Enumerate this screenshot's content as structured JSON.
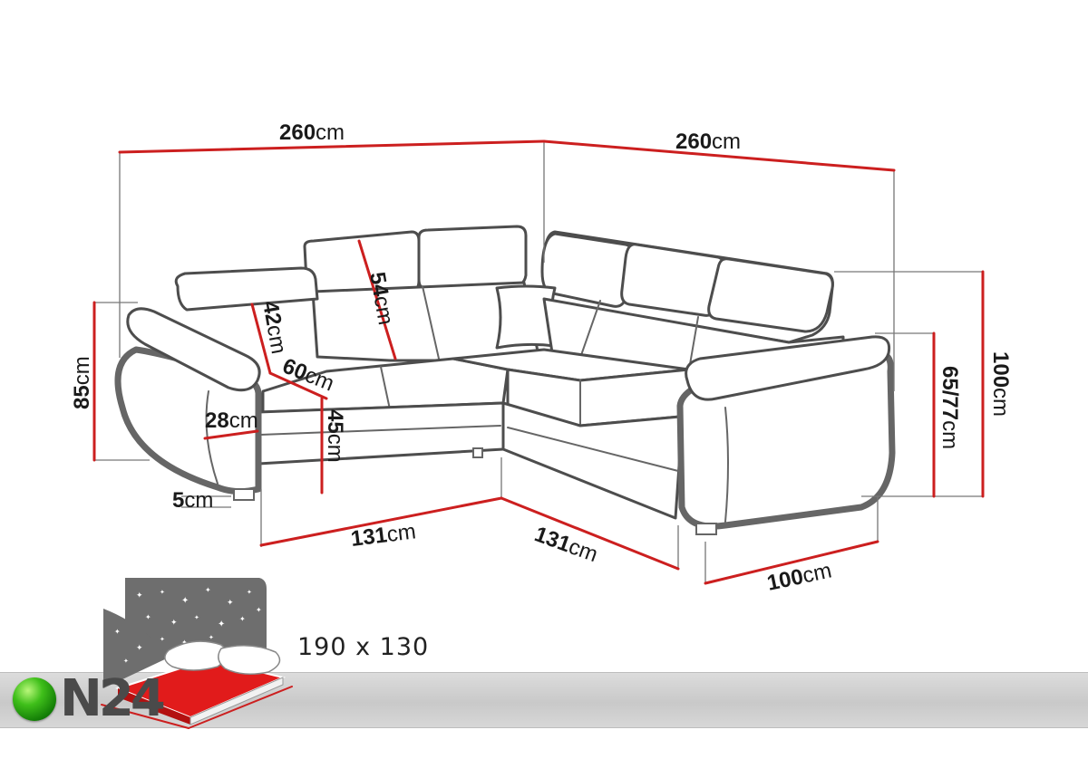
{
  "diagram": {
    "unit": "cm",
    "dimensions": {
      "top_left_width": "260",
      "top_right_width": "260",
      "total_height": "100",
      "arm_height": "85",
      "seat_height_range": "65/77",
      "headrest_height": "54",
      "backrest_height": "42",
      "seat_depth": "60",
      "seat_height": "45",
      "armrest_width": "28",
      "leg_height": "5",
      "bottom_left_segment": "131",
      "bottom_corner_segment": "131",
      "bottom_right_depth": "100"
    },
    "bed_size": "190 x 130"
  },
  "brand": {
    "logo_text": "N24",
    "band_color": "#d2d2d2",
    "dot_color": "#3fbf1a"
  },
  "colors": {
    "dimension_line": "#cc1f1f",
    "outline": "#4d4d4d",
    "bed_accent": "#e11b1b"
  }
}
